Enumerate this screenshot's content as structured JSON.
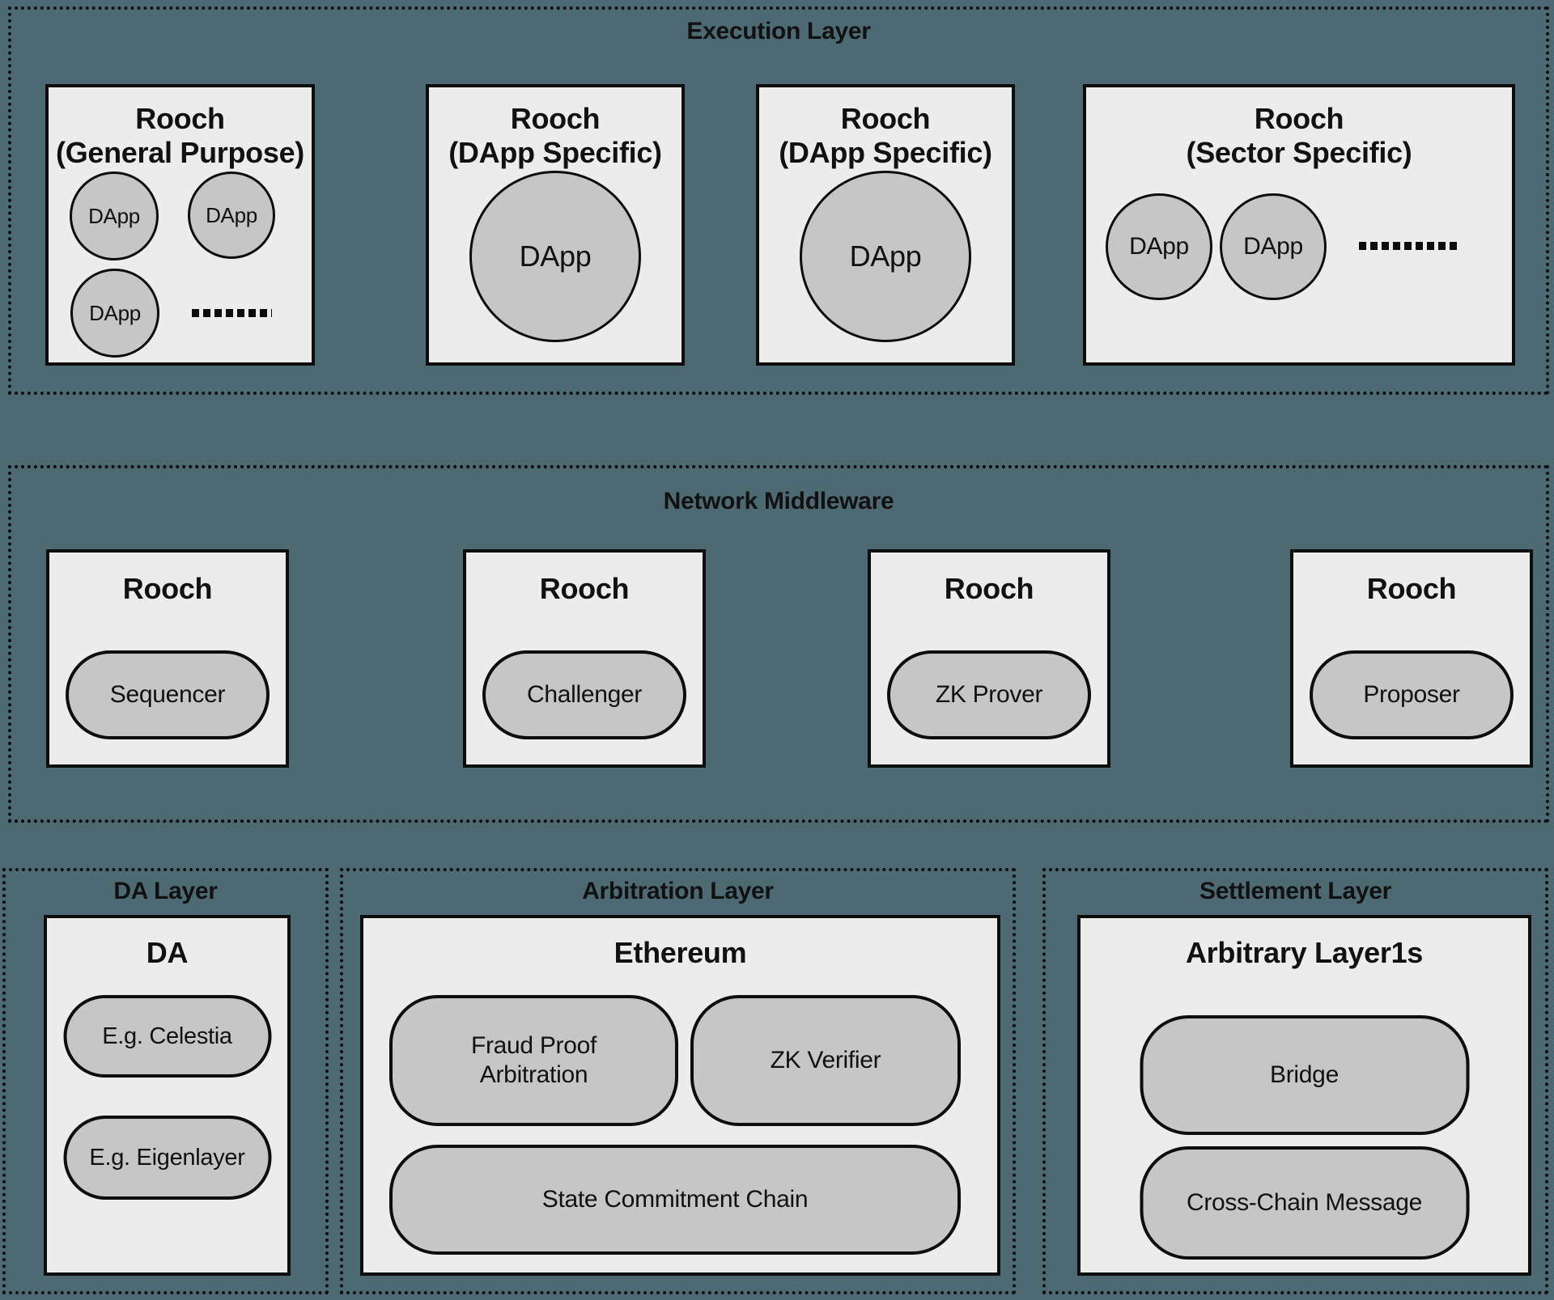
{
  "colors": {
    "background": "#4D6A73",
    "box_fill": "#ECECEC",
    "shape_fill": "#C6C6C6",
    "border": "#0D0D0D",
    "text": "#111111"
  },
  "execution_layer": {
    "title": "Execution Layer",
    "boxes": [
      {
        "title_line1": "Rooch",
        "title_line2": "(General Purpose)",
        "dapps": [
          "DApp",
          "DApp",
          "DApp"
        ],
        "has_ellipsis": true
      },
      {
        "title_line1": "Rooch",
        "title_line2": "(DApp Specific)",
        "dapp": "DApp"
      },
      {
        "title_line1": "Rooch",
        "title_line2": "(DApp Specific)",
        "dapp": "DApp"
      },
      {
        "title_line1": "Rooch",
        "title_line2": "(Sector Specific)",
        "dapps": [
          "DApp",
          "DApp"
        ],
        "has_ellipsis": true
      }
    ]
  },
  "network_middleware": {
    "title": "Network Middleware",
    "boxes": [
      {
        "title": "Rooch",
        "role": "Sequencer"
      },
      {
        "title": "Rooch",
        "role": "Challenger"
      },
      {
        "title": "Rooch",
        "role": "ZK Prover"
      },
      {
        "title": "Rooch",
        "role": "Proposer"
      }
    ]
  },
  "da_layer": {
    "title": "DA Layer",
    "box_title": "DA",
    "items": [
      "E.g. Celestia",
      "E.g. Eigenlayer"
    ]
  },
  "arbitration_layer": {
    "title": "Arbitration Layer",
    "box_title": "Ethereum",
    "items_top": [
      "Fraud Proof Arbitration",
      "ZK Verifier"
    ],
    "item_bottom": "State Commitment Chain"
  },
  "settlement_layer": {
    "title": "Settlement Layer",
    "box_title": "Arbitrary Layer1s",
    "items": [
      "Bridge",
      "Cross-Chain Message"
    ]
  }
}
